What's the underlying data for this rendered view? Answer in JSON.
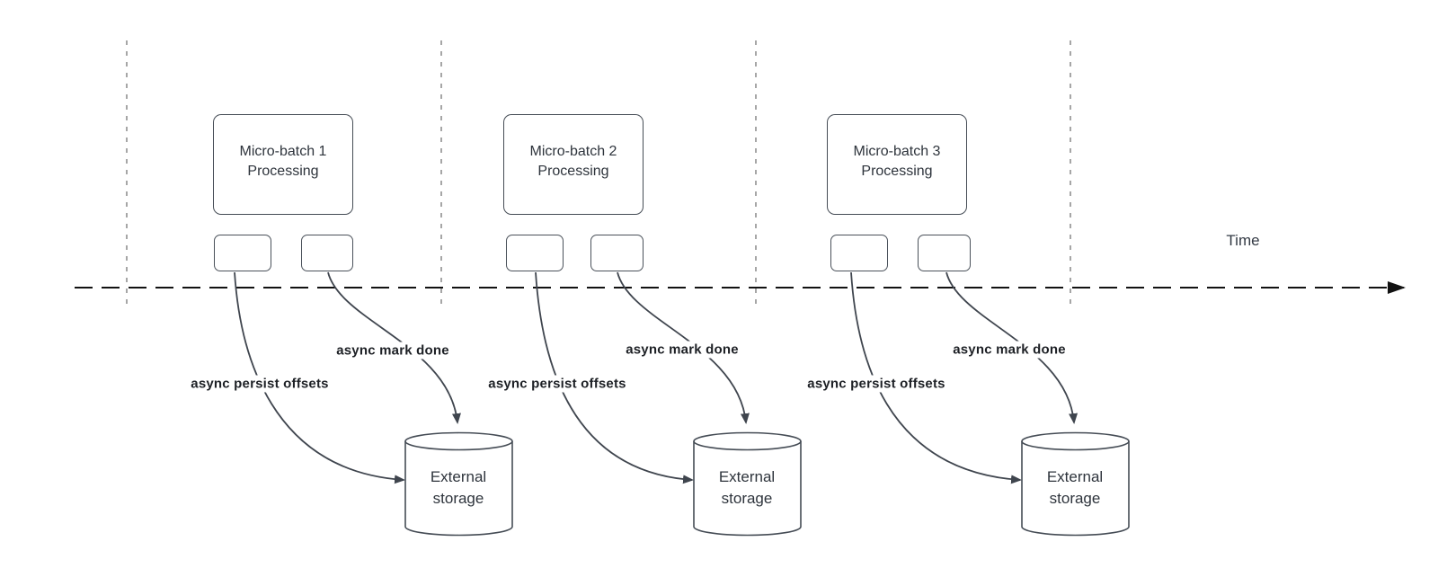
{
  "colors": {
    "shape_stroke": "#454c55",
    "connector_stroke": "#3f454e",
    "box_text": "#2e343c",
    "edge_label_text": "#1d2025",
    "timeline_axis": "#121212",
    "guide_line": "#a6a6a6",
    "background": "#ffffff"
  },
  "timeline": {
    "label": "Time"
  },
  "batches": [
    {
      "box_label": "Micro-batch 1\nProcessing",
      "persist_label": "async persist offsets",
      "mark_done_label": "async mark done",
      "storage_label": "External\nstorage"
    },
    {
      "box_label": "Micro-batch 2\nProcessing",
      "persist_label": "async persist offsets",
      "mark_done_label": "async mark done",
      "storage_label": "External\nstorage"
    },
    {
      "box_label": "Micro-batch 3\nProcessing",
      "persist_label": "async persist offsets",
      "mark_done_label": "async mark done",
      "storage_label": "External\nstorage"
    }
  ]
}
